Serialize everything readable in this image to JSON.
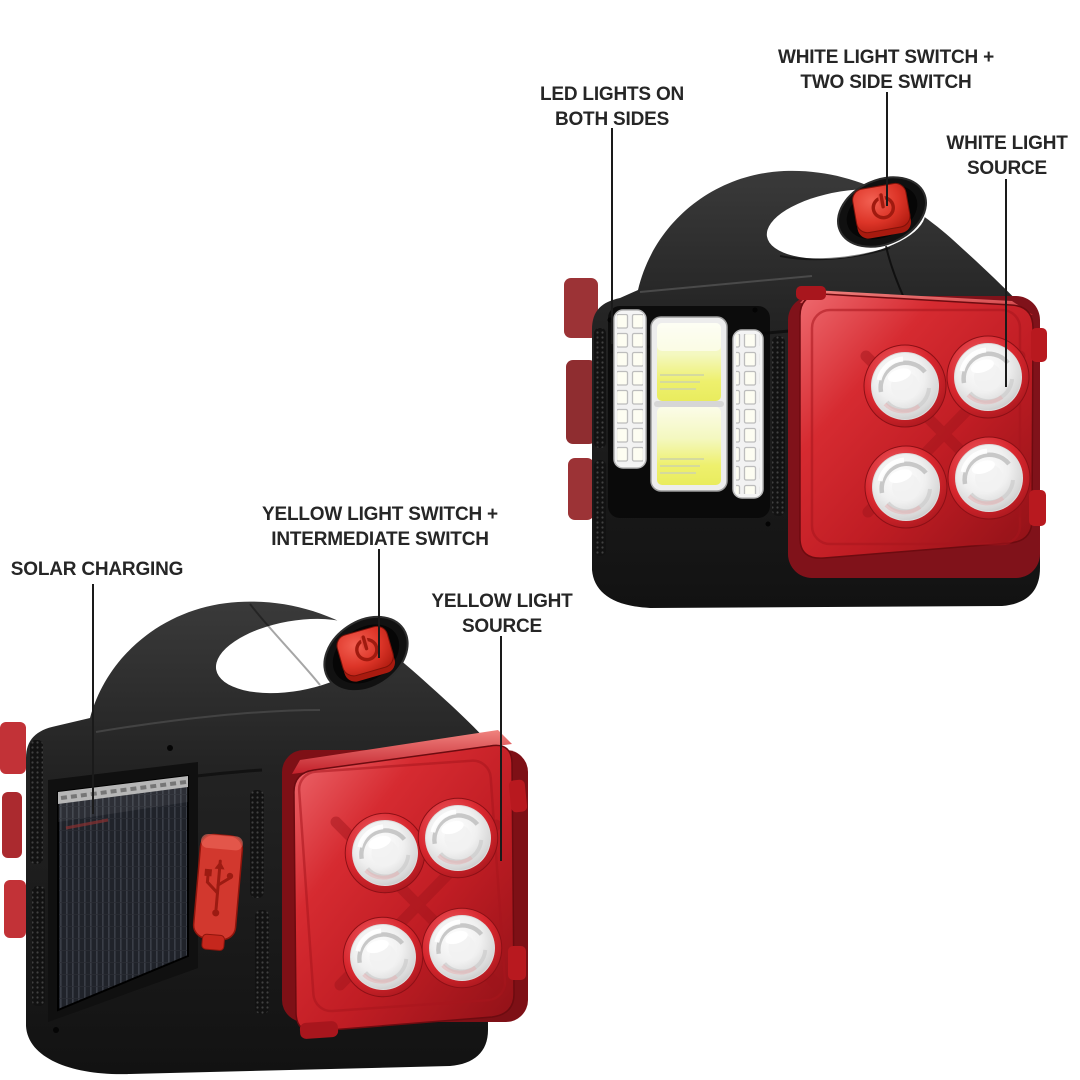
{
  "page": {
    "background": "#ffffff"
  },
  "colors": {
    "page_bg": "#ffffff",
    "label_text": "#262626",
    "leader_line": "#1a1a1a",
    "body_black": "#1c1c1c",
    "head_red": "#cc2127",
    "head_red_light": "#ee6a6f",
    "head_red_dark": "#8f1117",
    "button_red": "#e23a2c",
    "button_icon_red": "#a01a0f",
    "cob_yellow": "#eef06d",
    "led_panel_white": "#f4f4f4",
    "solar_panel_dark": "#20232a",
    "reflector_white": "#ffffff",
    "chrome_ring": "#dedede",
    "usb_cover_red": "#d2382e"
  },
  "icons": {
    "power_button": "power-symbol",
    "usb_port": "usb-trident"
  },
  "annotations": {
    "top_view": [
      {
        "id": "led-lights-on-both-sides",
        "lines": [
          "LED LIGHTS ON",
          "BOTH SIDES"
        ],
        "points_to": "side-led-panel"
      },
      {
        "id": "white-light-switch",
        "lines": [
          "WHITE LIGHT SWITCH +",
          "TWO SIDE SWITCH"
        ],
        "points_to": "power-button"
      },
      {
        "id": "white-light-source",
        "lines": [
          "WHITE LIGHT",
          "SOURCE"
        ],
        "points_to": "front-lamp"
      }
    ],
    "bottom_view": [
      {
        "id": "yellow-light-switch",
        "lines": [
          "YELLOW LIGHT SWITCH +",
          "INTERMEDIATE SWITCH"
        ],
        "points_to": "power-button"
      },
      {
        "id": "solar-charging",
        "lines": [
          "SOLAR CHARGING"
        ],
        "points_to": "solar-panel"
      },
      {
        "id": "yellow-light-source",
        "lines": [
          "YELLOW LIGHT",
          "SOURCE"
        ],
        "points_to": "front-lamp"
      }
    ]
  }
}
